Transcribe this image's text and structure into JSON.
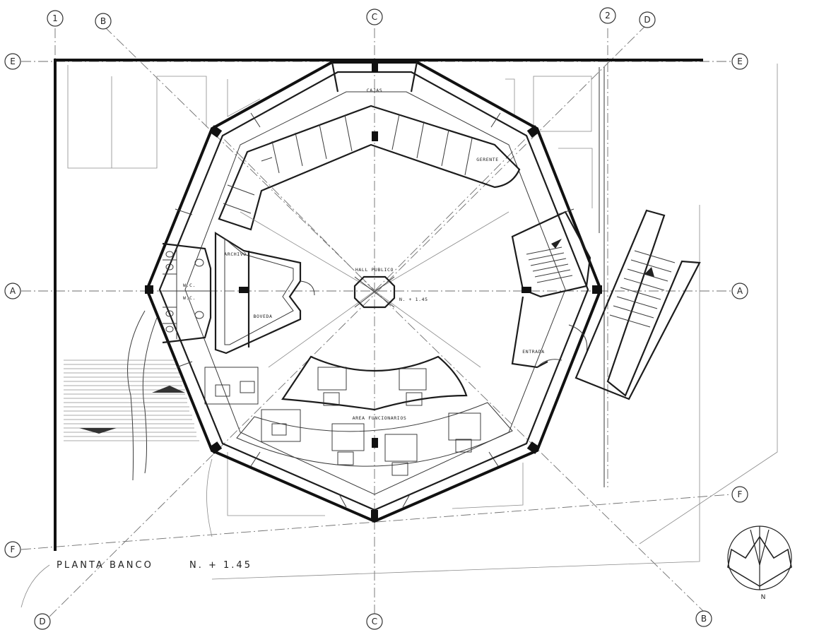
{
  "drawing": {
    "title": "PLANTA  BANCO",
    "level": "N. + 1.45"
  },
  "grid_bubbles": {
    "top_1": "1",
    "top_B": "B",
    "top_C": "C",
    "top_2": "2",
    "top_D": "D",
    "left_E": "E",
    "right_E": "E",
    "left_A": "A",
    "right_A": "A",
    "right_F": "F",
    "left_F": "F",
    "bottom_D": "D",
    "bottom_C": "C",
    "bottom_B": "B"
  },
  "rooms": {
    "hall": "HALL PUBLICO",
    "hall_level": "N. + 1.45",
    "cajas": "CAJAS",
    "gerente": "GERENTE",
    "archivo": "ARCHIVO",
    "boveda": "BOVEDA",
    "wc_1": "W.C.",
    "wc_2": "W.C.",
    "entrada": "ENTRADA",
    "area_funcionarios": "AREA FUNCIONARIOS"
  },
  "north_arrow": {
    "label": "N"
  }
}
